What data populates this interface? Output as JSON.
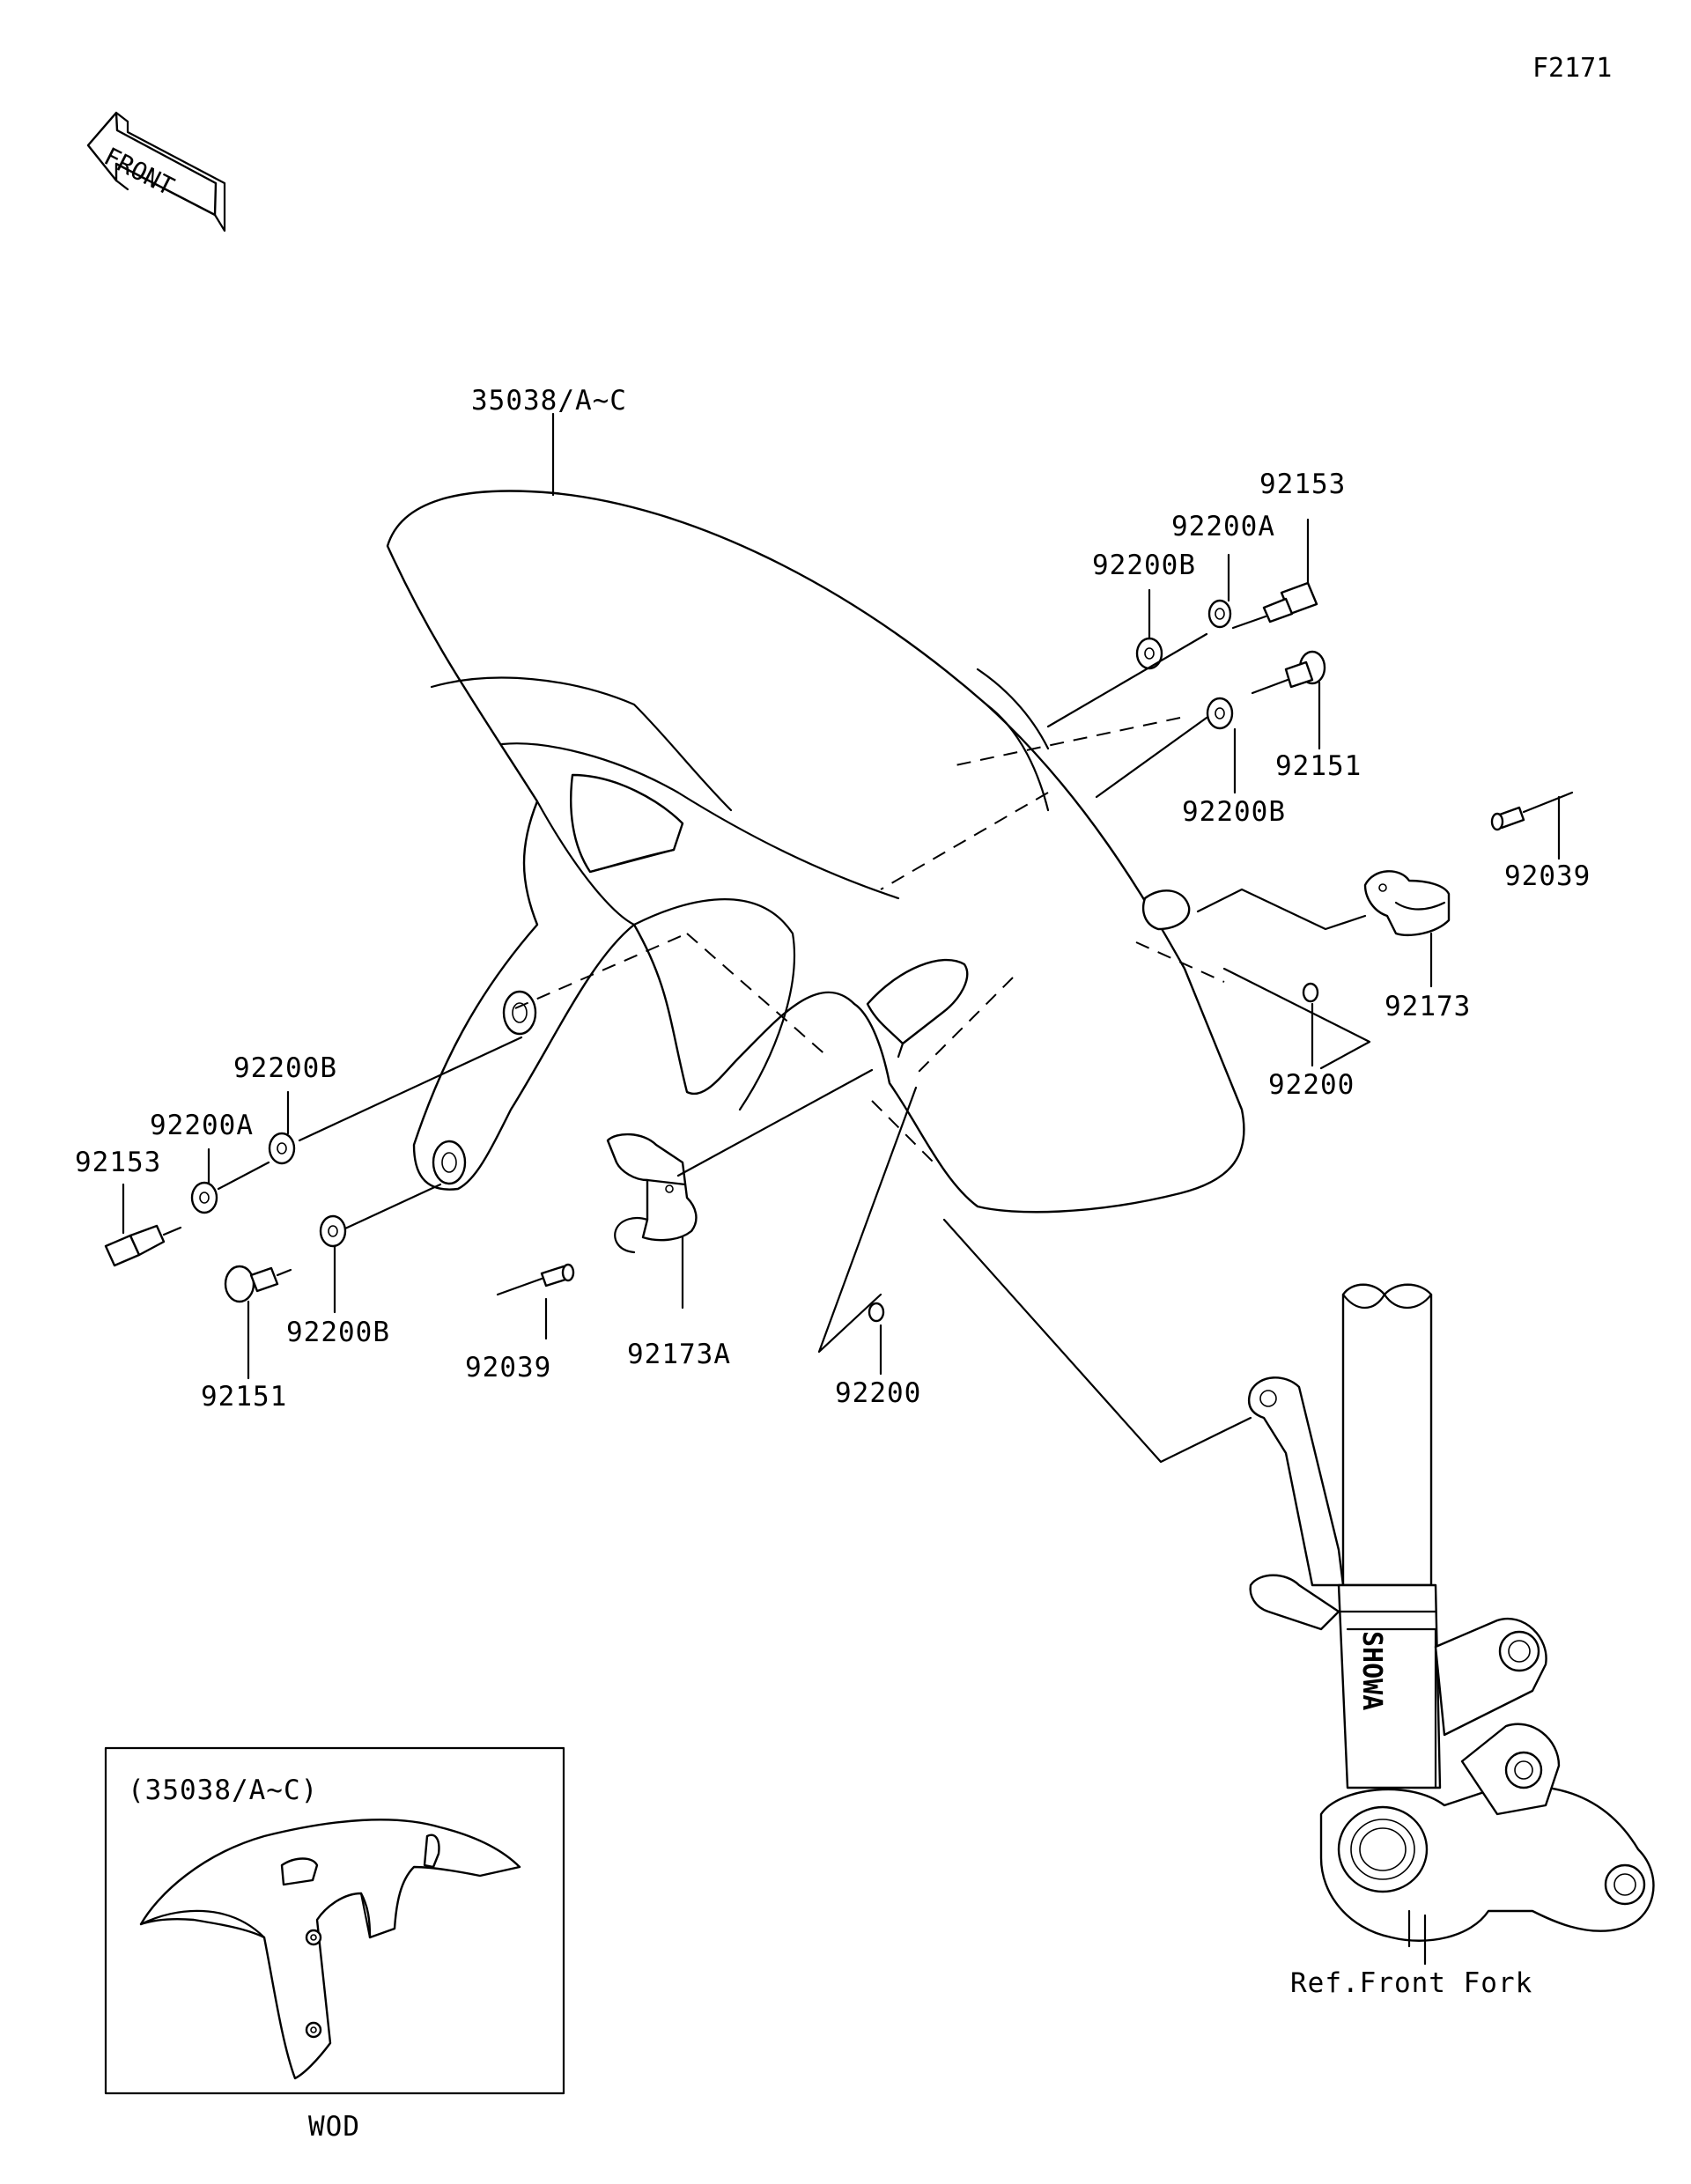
{
  "diagram": {
    "code": "F2171",
    "front_label": "FRONT",
    "part_labels": [
      {
        "id": "fender-top",
        "text": "35038/A~C"
      },
      {
        "id": "bolt-r-top",
        "text": "92153"
      },
      {
        "id": "washer-a-r",
        "text": "92200A"
      },
      {
        "id": "washer-b-r-top",
        "text": "92200B"
      },
      {
        "id": "screw-r",
        "text": "92151"
      },
      {
        "id": "washer-b-r-mid",
        "text": "92200B"
      },
      {
        "id": "rivet-r",
        "text": "92039"
      },
      {
        "id": "clamp-r",
        "text": "92173"
      },
      {
        "id": "washer-r",
        "text": "92200"
      },
      {
        "id": "washer-b-l-top",
        "text": "92200B"
      },
      {
        "id": "washer-a-l",
        "text": "92200A"
      },
      {
        "id": "bolt-l",
        "text": "92153"
      },
      {
        "id": "washer-b-l-bot",
        "text": "92200B"
      },
      {
        "id": "screw-l",
        "text": "92151"
      },
      {
        "id": "rivet-l",
        "text": "92039"
      },
      {
        "id": "clamp-l",
        "text": "92173A"
      },
      {
        "id": "washer-l",
        "text": "92200"
      },
      {
        "id": "fork-ref",
        "text": "Ref.Front Fork"
      }
    ],
    "fork_brand": "SHOWA",
    "inset": {
      "title": "(35038/A~C)",
      "caption": "WOD"
    }
  }
}
